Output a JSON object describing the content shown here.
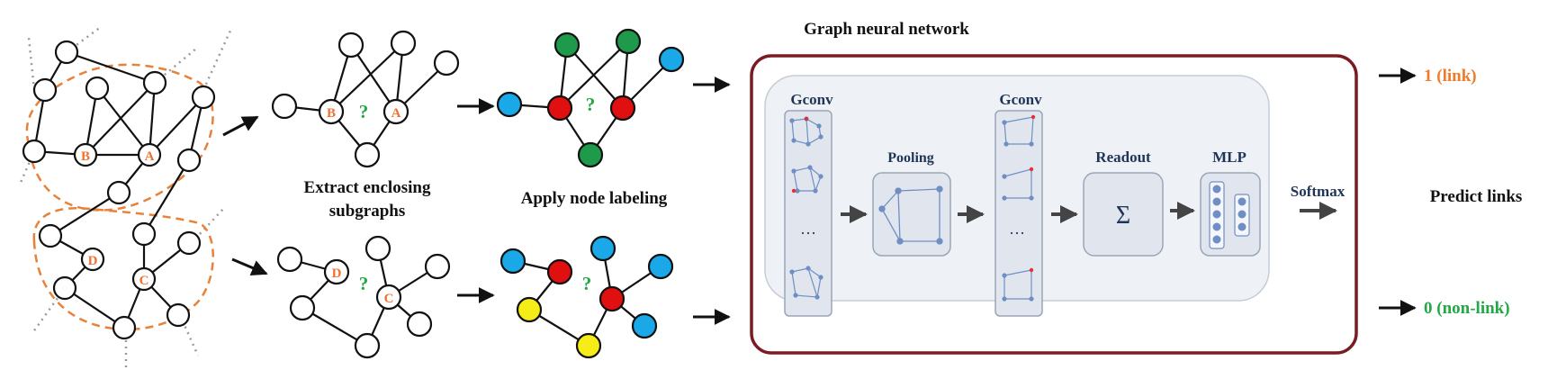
{
  "labels": {
    "extract_line1": "Extract enclosing",
    "extract_line2": "subgraphs",
    "apply": "Apply node labeling",
    "gnn_title": "Graph neural network",
    "gconv1": "Gconv",
    "gconv2": "Gconv",
    "pooling": "Pooling",
    "readout": "Readout",
    "mlp": "MLP",
    "softmax": "Softmax",
    "sigma": "Σ",
    "ellipsis1": "…",
    "ellipsis2": "…",
    "predict": "Predict links",
    "out_link": "1 (link)",
    "out_nonlink": "0 (non-link)"
  },
  "nodes": {
    "A": "A",
    "B": "B",
    "C": "C",
    "D": "D",
    "A2": "A",
    "B2": "B",
    "C2": "C",
    "D2": "D"
  },
  "question_marks": {
    "q1": "?",
    "q2": "?",
    "q3": "?",
    "q4": "?"
  },
  "colors": {
    "node_label_text": "#f07030",
    "question_mark": "#22a845",
    "dashed_boundary": "#e8823a",
    "gnn_border": "#7a1c24",
    "link_output": "#f07a2a",
    "nonlink_output": "#22a845",
    "node_green": "#1f9a4a",
    "node_red": "#e01010",
    "node_blue": "#1aa8e8",
    "node_yellow": "#f5ec18",
    "panel_fill": "#eef1f5",
    "panel_text": "#1f3558"
  }
}
